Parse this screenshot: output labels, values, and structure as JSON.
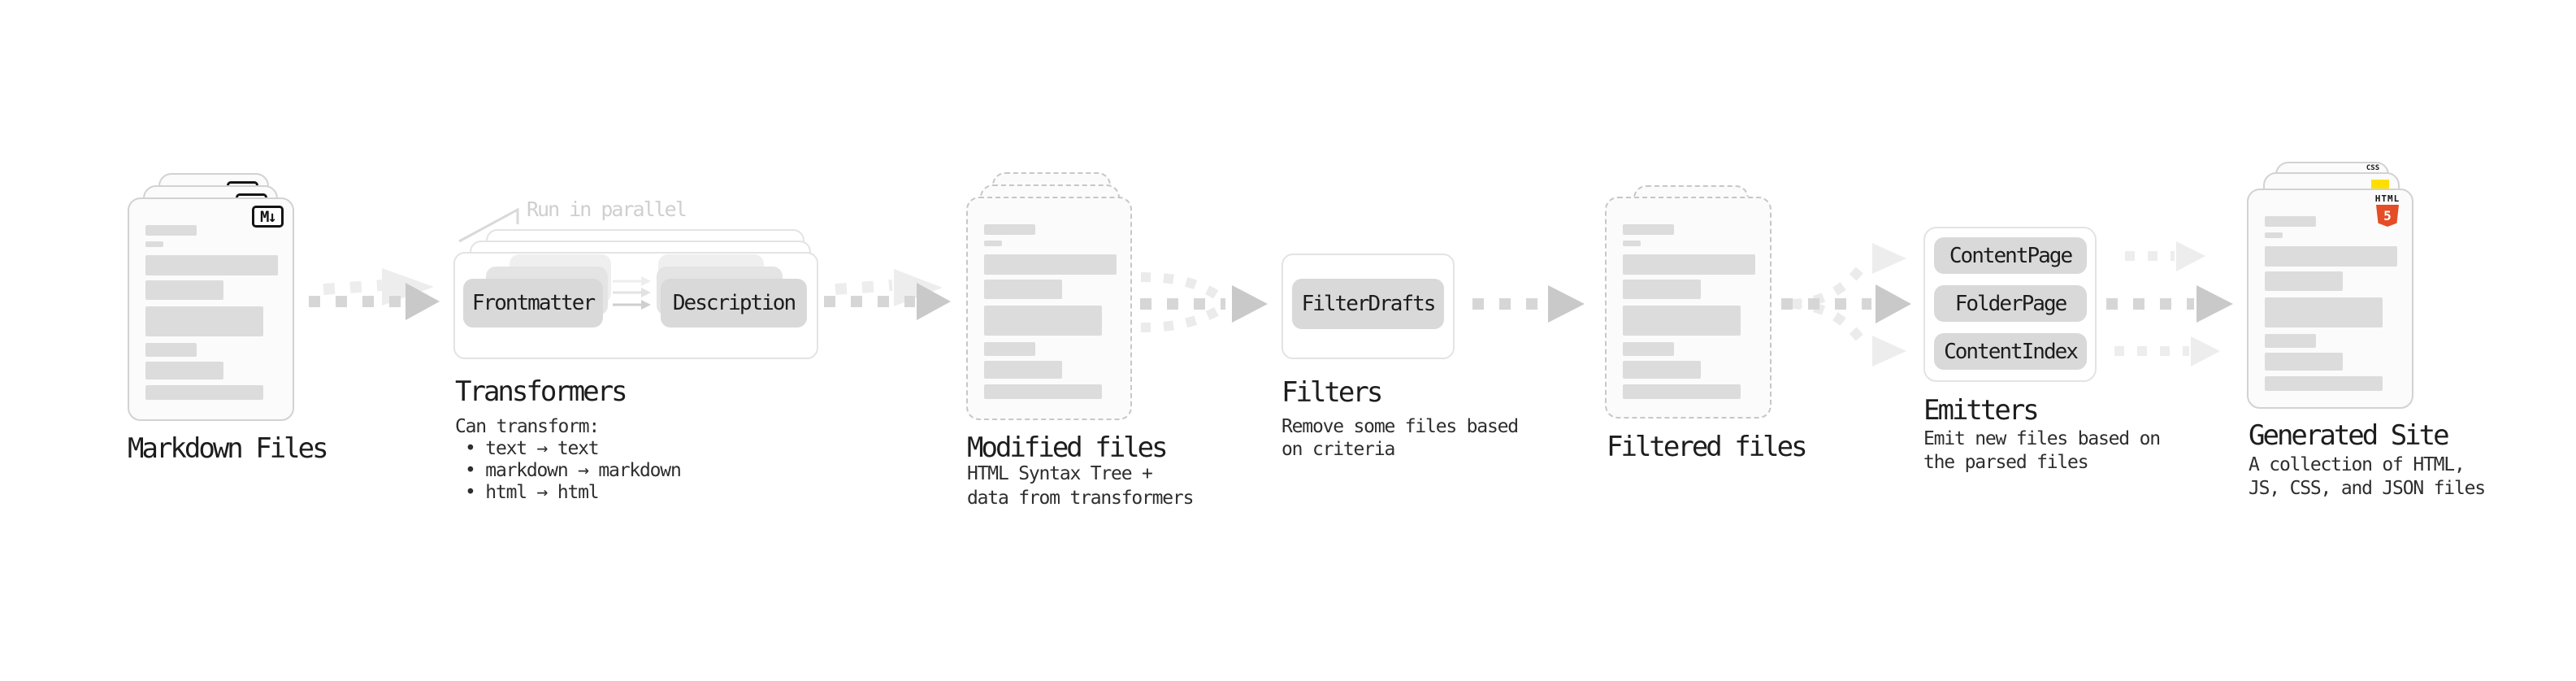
{
  "stages": {
    "markdown_files": {
      "title": "Markdown Files"
    },
    "transformers": {
      "title": "Transformers",
      "annotation": "Run in parallel",
      "plugin_boxes": [
        "Frontmatter",
        "Description"
      ],
      "description_heading": "Can transform:",
      "bullets": [
        "• text → text",
        "• markdown → markdown",
        "• html → html"
      ]
    },
    "modified_files": {
      "title": "Modified files",
      "description": "HTML Syntax Tree +\ndata from transformers"
    },
    "filters": {
      "title": "Filters",
      "plugin_boxes": [
        "FilterDrafts"
      ],
      "description": "Remove some files based\non criteria"
    },
    "filtered_files": {
      "title": "Filtered files"
    },
    "emitters": {
      "title": "Emitters",
      "plugin_boxes": [
        "ContentPage",
        "FolderPage",
        "ContentIndex"
      ],
      "description": "Emit new files based on\nthe parsed files"
    },
    "generated_site": {
      "title": "Generated Site",
      "description": "A collection of HTML,\nJS, CSS, and JSON files"
    }
  },
  "icons": {
    "markdown": {
      "label": "M↓"
    },
    "html5": {
      "label": "HTML",
      "number": "5",
      "color": "#e44d26"
    },
    "css": {
      "label": "CSS",
      "color": "#2f6bff"
    },
    "js": {
      "color": "#ffdf00"
    }
  },
  "colors": {
    "pill_fill": "#d9d9d9",
    "arrow_dark": "#d6d6d6",
    "arrow_dark_head": "#c9c9c9",
    "arrow_light": "#ededed",
    "annotation_text": "#cfcfcf",
    "card_border_solid": "#d2d2d2",
    "card_border_dashed": "#c7c7c7",
    "content_bar": "#dcdcdc"
  }
}
